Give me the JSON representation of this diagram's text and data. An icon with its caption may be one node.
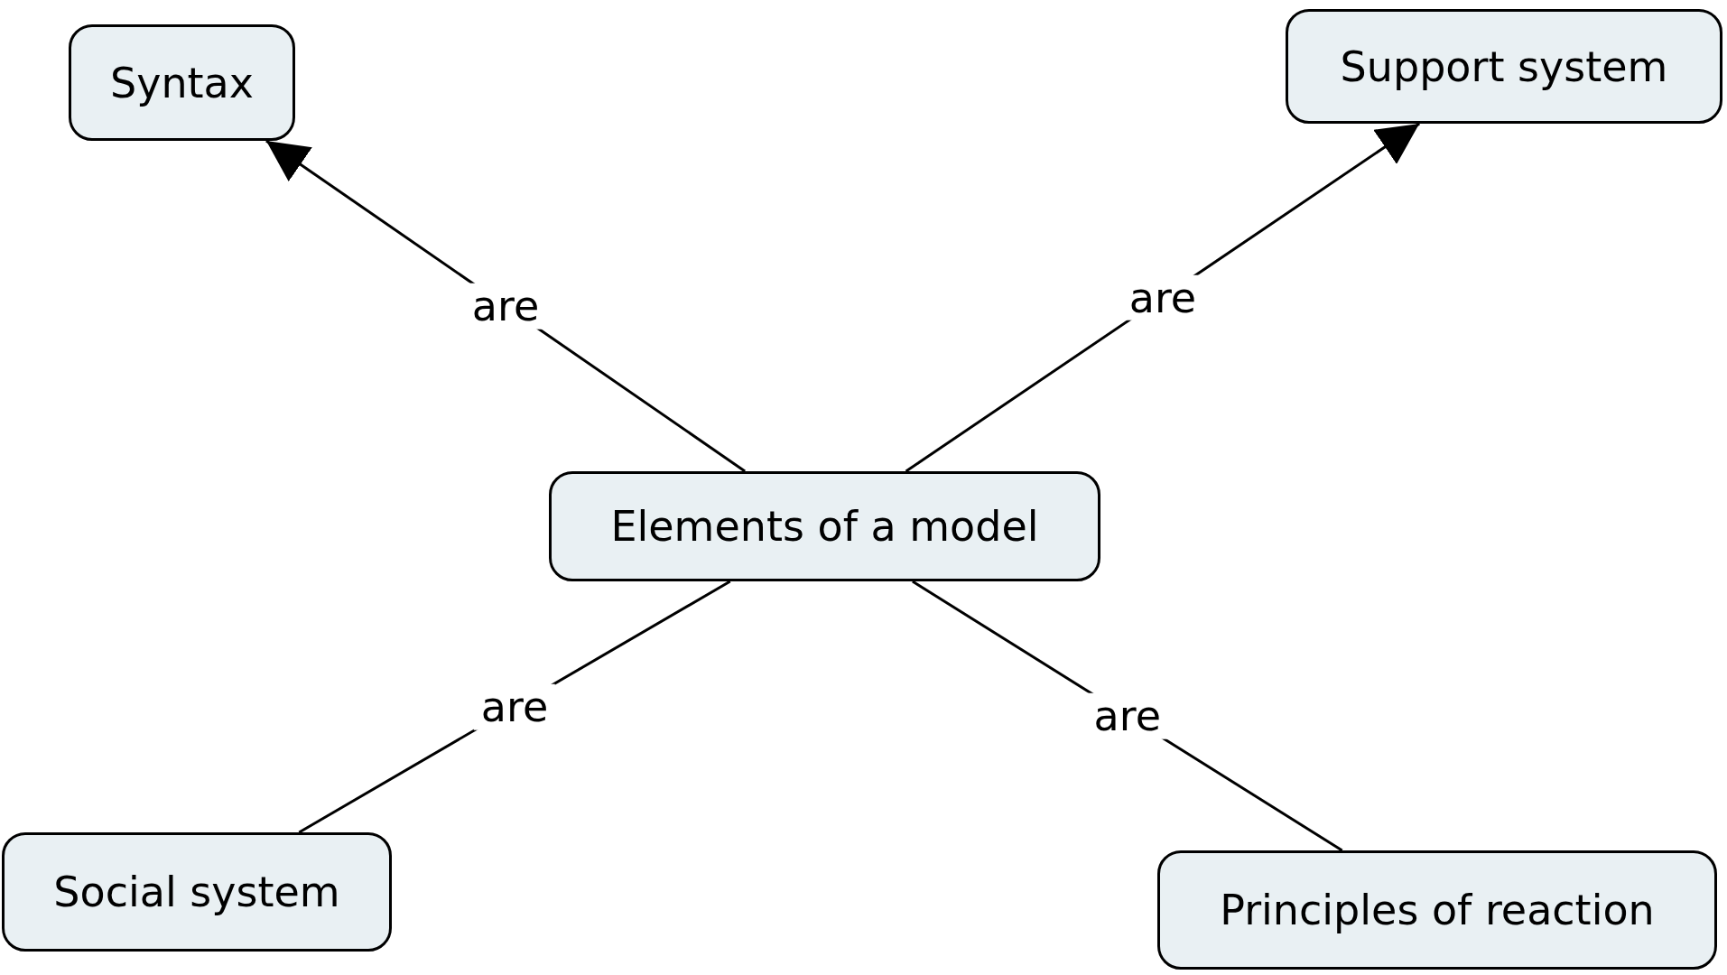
{
  "diagram": {
    "nodes": [
      {
        "text": [
          "Syntax"
        ]
      },
      {
        "text": [
          "Support system"
        ]
      },
      {
        "text": [
          "Elements of a model"
        ]
      },
      {
        "text": [
          "Social system"
        ]
      },
      {
        "text": [
          "Principles of reaction"
        ]
      }
    ],
    "edges": [
      {
        "from": 2,
        "to": 0,
        "arrow": "to",
        "label": "are"
      },
      {
        "from": 2,
        "to": 1,
        "arrow": "to",
        "label": "are"
      },
      {
        "from": 2,
        "to": 3,
        "arrow": "none",
        "label": "are"
      },
      {
        "from": 2,
        "to": 4,
        "arrow": "none",
        "label": "are"
      }
    ]
  }
}
